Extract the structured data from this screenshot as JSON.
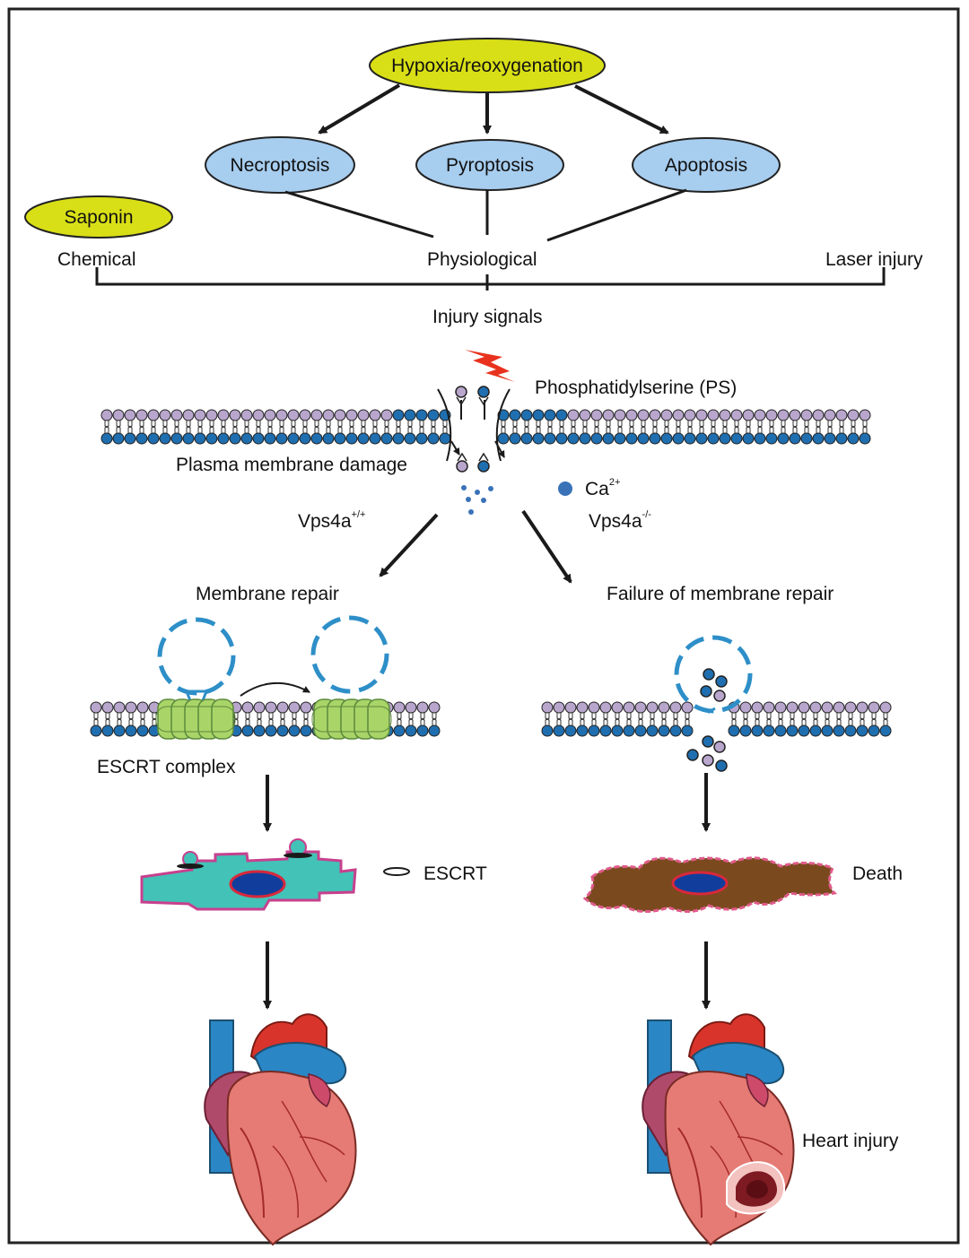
{
  "nodes": {
    "trigger": "Hypoxia/reoxygenation",
    "necroptosis": "Necroptosis",
    "pyroptosis": "Pyroptosis",
    "apoptosis": "Apoptosis",
    "saponin": "Saponin"
  },
  "labels": {
    "chemical": "Chemical",
    "physiological": "Physiological",
    "laser": "Laser injury",
    "injury_signals": "Injury signals",
    "ps": "Phosphatidylserine (PS)",
    "pm_damage": "Plasma membrane damage",
    "ca": "Ca",
    "ca_sup": "2+",
    "vps_wt": "Vps4a",
    "vps_wt_sup": "+/+",
    "vps_ko": "Vps4a",
    "vps_ko_sup": "-/-",
    "repair": "Membrane repair",
    "failure": "Failure of membrane repair",
    "escrt_complex": "ESCRT complex",
    "escrt": "ESCRT",
    "death": "Death",
    "heart_injury": "Heart injury"
  },
  "colors": {
    "yellow_node": "#d9df16",
    "blue_node": "#a7cdef",
    "lipid_purple": "#b9a6cd",
    "lipid_blue": "#1f6fb0",
    "escrt_green": "#a9d468",
    "live_cell": "#43c2b7",
    "dead_cell": "#7a4a1e",
    "nucleus": "#113e9c",
    "lightning": "#e8321e"
  }
}
